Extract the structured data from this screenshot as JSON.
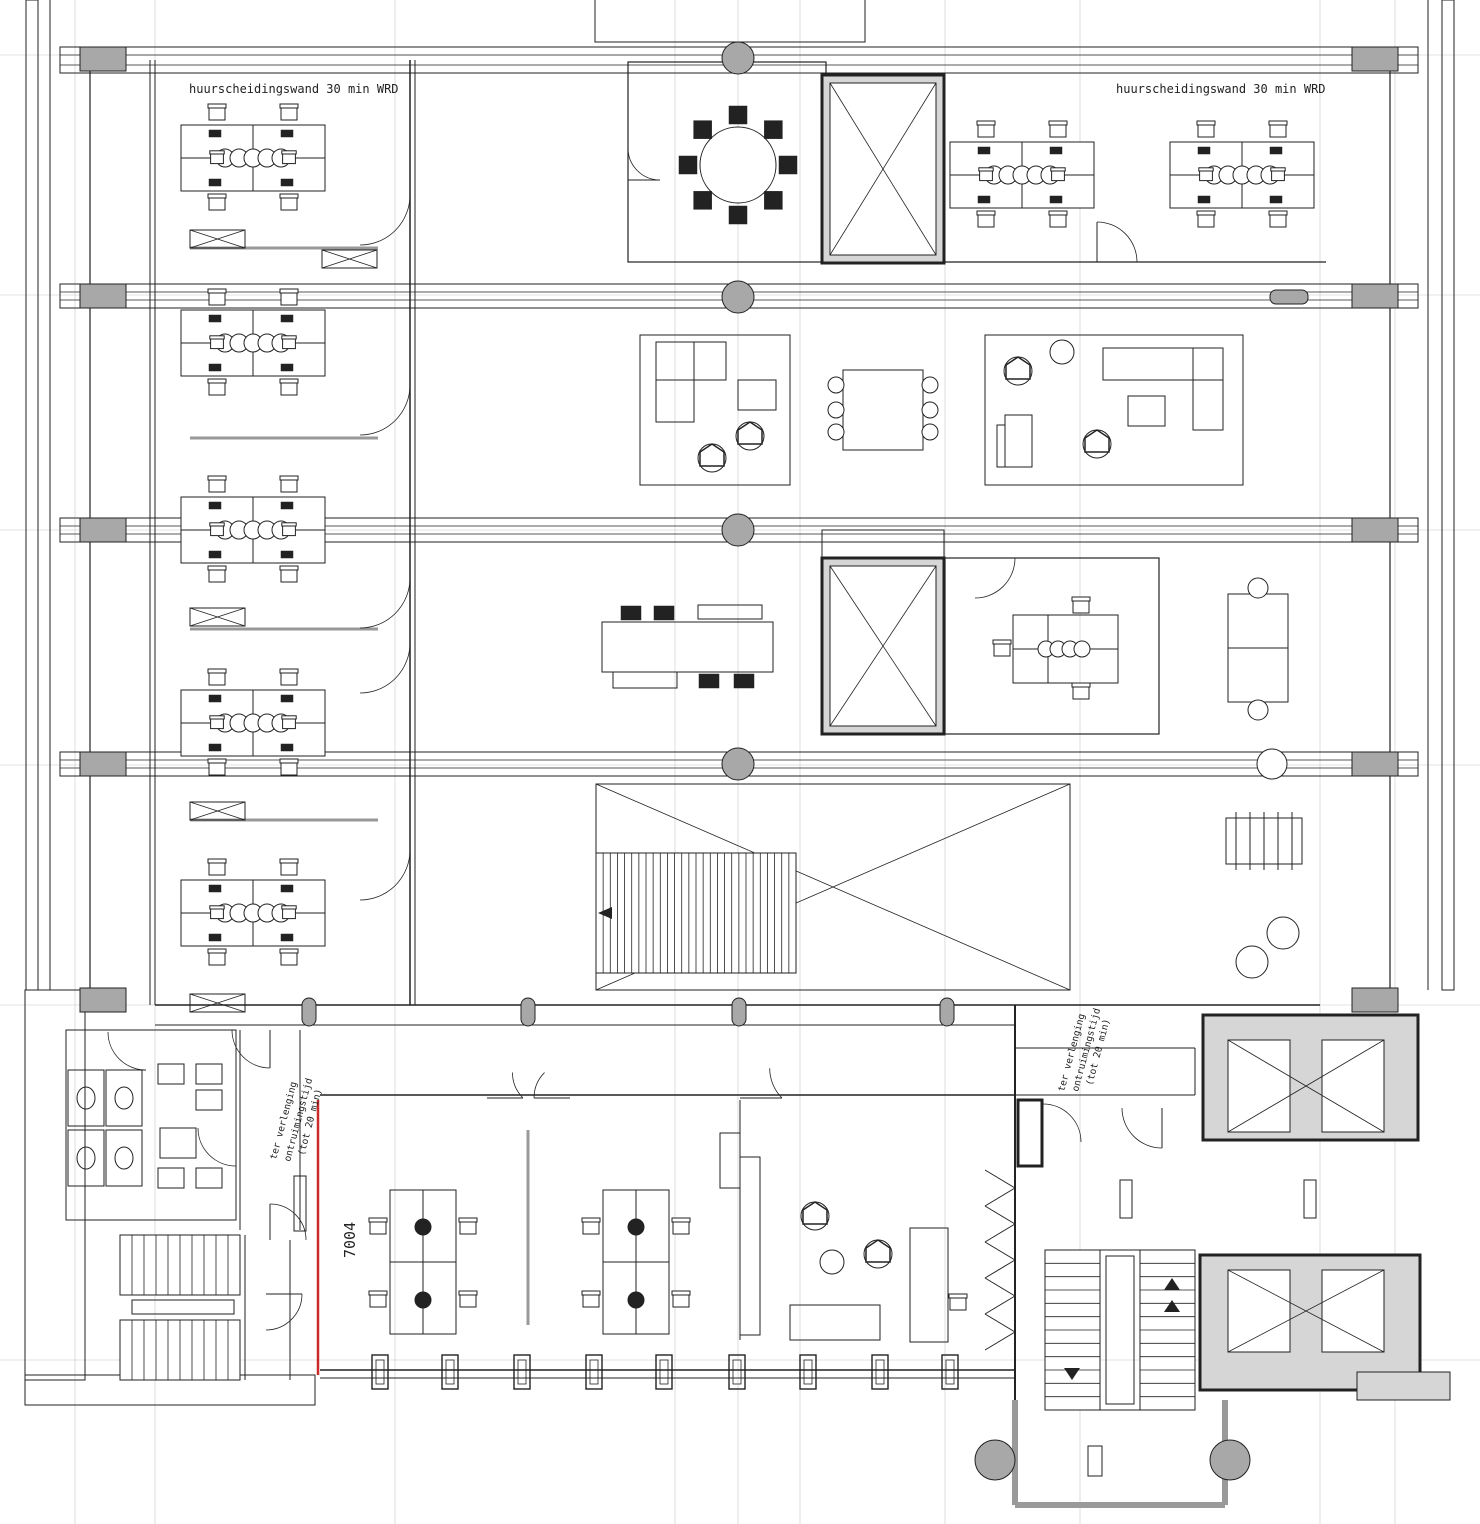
{
  "labels": {
    "wall_note_left": "huurscheidingswand 30 min WRD",
    "wall_note_right": "huurscheidingswand 30 min WRD",
    "room_number": "7004",
    "evac_left_1": "ter verlenging",
    "evac_left_2": "ontruimingstijd",
    "evac_left_3": "(tot 20 min)",
    "evac_right_1": "ter verlenging",
    "evac_right_2": "ontruimingstijd",
    "evac_right_3": "(tot 20 min)"
  },
  "colors": {
    "line": "#222222",
    "column": "#a8a8a8",
    "core": "#d6d6d6",
    "fire_wall": "#cc2a2a"
  }
}
